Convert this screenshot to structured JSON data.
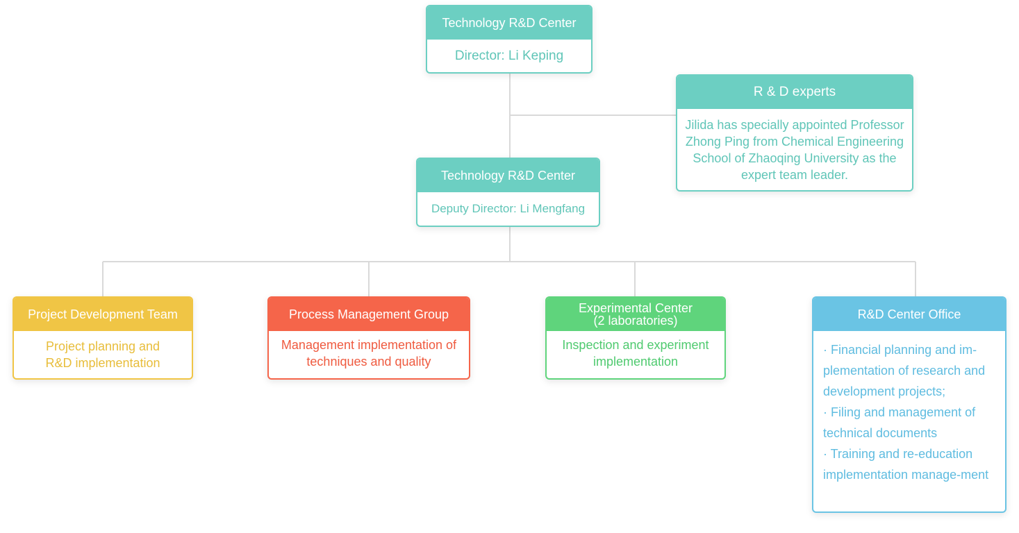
{
  "colors": {
    "teal": "#6ccfc2",
    "yellow": "#f0c545",
    "red": "#f5654a",
    "green": "#5fd47c",
    "blue": "#6ac4e4",
    "connector": "#d9d9d9"
  },
  "director": {
    "title": "Technology R&D Center",
    "body": "Director: Li Keping"
  },
  "experts": {
    "title": "R & D experts",
    "body": "Jilida has specially appointed Professor Zhong Ping from Chemical Engineering School of Zhaoqing University as the expert team leader."
  },
  "deputy": {
    "title": "Technology R&D Center",
    "body": "Deputy Director: Li Mengfang"
  },
  "project_team": {
    "title": "Project Development Team",
    "body": "Project planning and R&D implementation"
  },
  "process_group": {
    "title": "Process Management Group",
    "body": "Management implementation of techniques and quality"
  },
  "experimental_center": {
    "title_line1": "Experimental Center",
    "title_line2": "(2 laboratories)",
    "body": "Inspection and experiment implementation"
  },
  "office": {
    "title": "R&D Center Office",
    "items": [
      "· Financial planning and im-plementation of research and development projects;",
      "· Filing and management of technical documents",
      "· Training and re-education implementation manage-ment"
    ]
  }
}
